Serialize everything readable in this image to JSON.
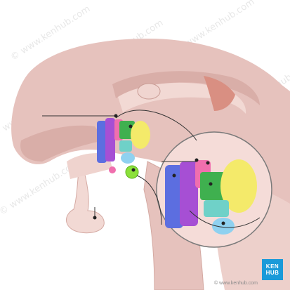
{
  "watermark": {
    "text": "© www.kenhub.com"
  },
  "credit": {
    "text": "© www.kenhub.com"
  },
  "logo": {
    "line1": "KEN",
    "line2": "HUB",
    "color": "#1a9ad9"
  },
  "colors": {
    "brain": "#e6c2bd",
    "brain_shadow": "#d9aea8",
    "ventricle": "#f2d9d4",
    "fornix": "#d98f82",
    "nucleus_blue": "#5c6ee0",
    "nucleus_purple": "#a64fd4",
    "nucleus_pink": "#f06fae",
    "nucleus_green": "#3fb04f",
    "nucleus_yellow": "#f4ea6a",
    "nucleus_teal": "#6fd1c8",
    "nucleus_lightblue": "#8fd1f0",
    "highlight_lime": "#8be03a"
  }
}
